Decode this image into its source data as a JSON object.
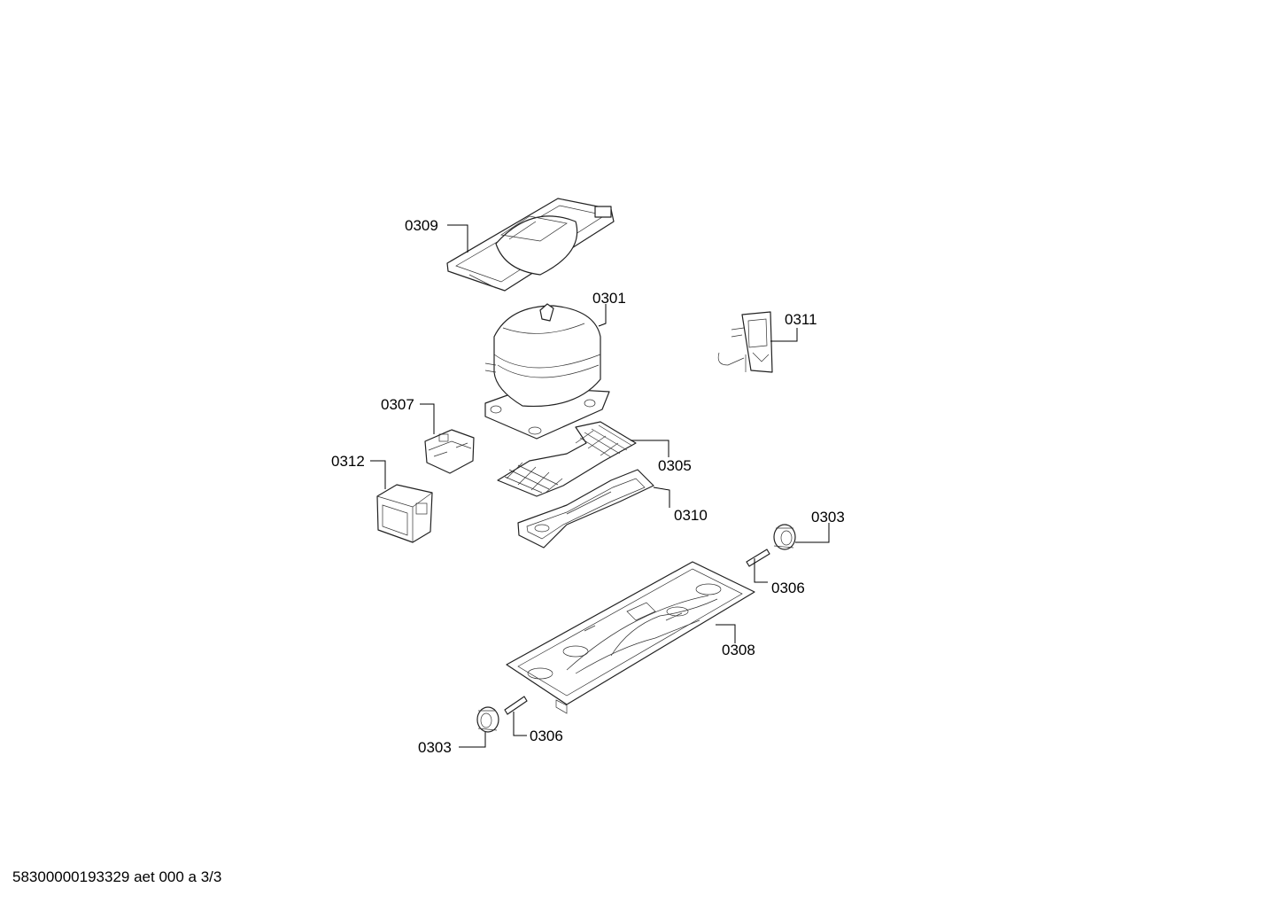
{
  "footer": {
    "doc_code": "58300000193329 aet 000 a 3/3"
  },
  "callouts": {
    "c0309": "0309",
    "c0301": "0301",
    "c0311": "0311",
    "c0307": "0307",
    "c0312": "0312",
    "c0305": "0305",
    "c0310": "0310",
    "c0303a": "0303",
    "c0306a": "0306",
    "c0308": "0308",
    "c0303b": "0303",
    "c0306b": "0306"
  }
}
